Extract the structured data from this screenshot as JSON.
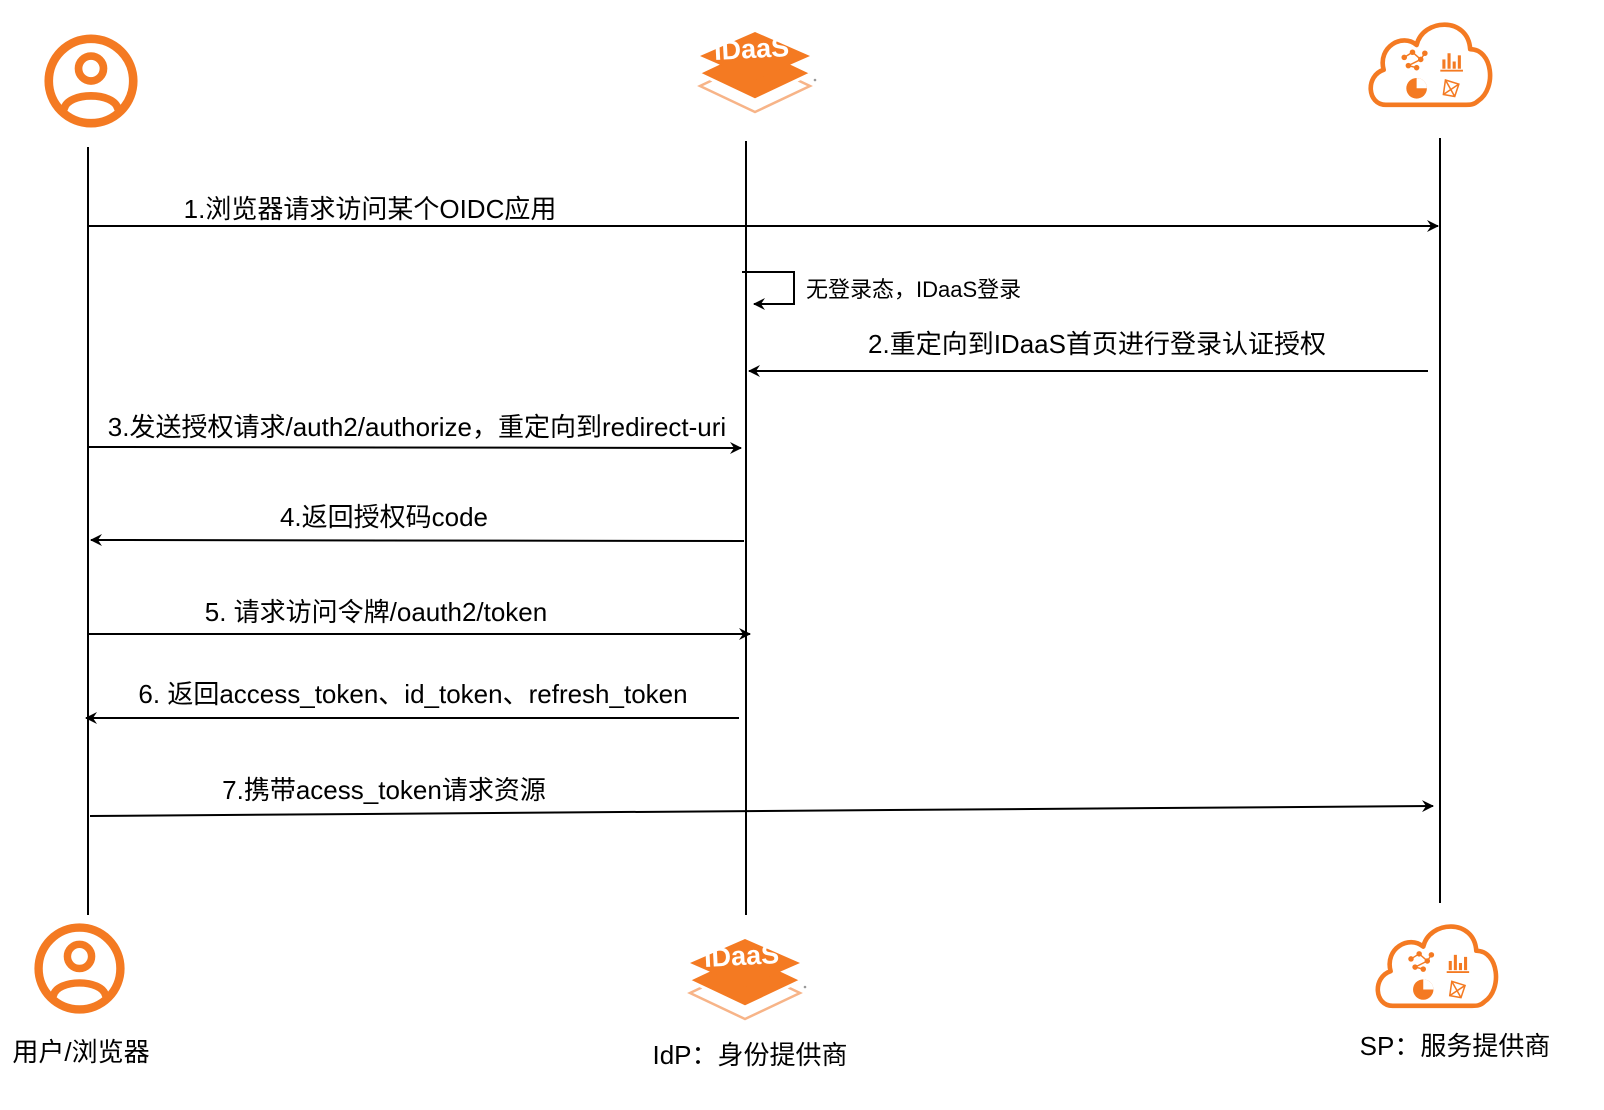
{
  "colors": {
    "accent": "#f47a22",
    "line": "#000000"
  },
  "participants": {
    "user": {
      "icon": "user-icon",
      "caption": "用户/浏览器"
    },
    "idp": {
      "icon": "idaas-logo-icon",
      "logo_text": "IDaaS",
      "caption": "IdP：身份提供商"
    },
    "sp": {
      "icon": "cloud-app-icon",
      "caption": "SP：服务提供商"
    }
  },
  "messages": [
    {
      "label": "1.浏览器请求访问某个OIDC应用"
    },
    {
      "label": "无登录态，IDaaS登录"
    },
    {
      "label": "2.重定向到IDaaS首页进行登录认证授权"
    },
    {
      "label": "3.发送授权请求/auth2/authorize，重定向到redirect-uri"
    },
    {
      "label": "4.返回授权码code"
    },
    {
      "label": "5. 请求访问令牌/oauth2/token"
    },
    {
      "label": "6. 返回access_token、id_token、refresh_token"
    },
    {
      "label": "7.携带acess_token请求资源"
    }
  ]
}
